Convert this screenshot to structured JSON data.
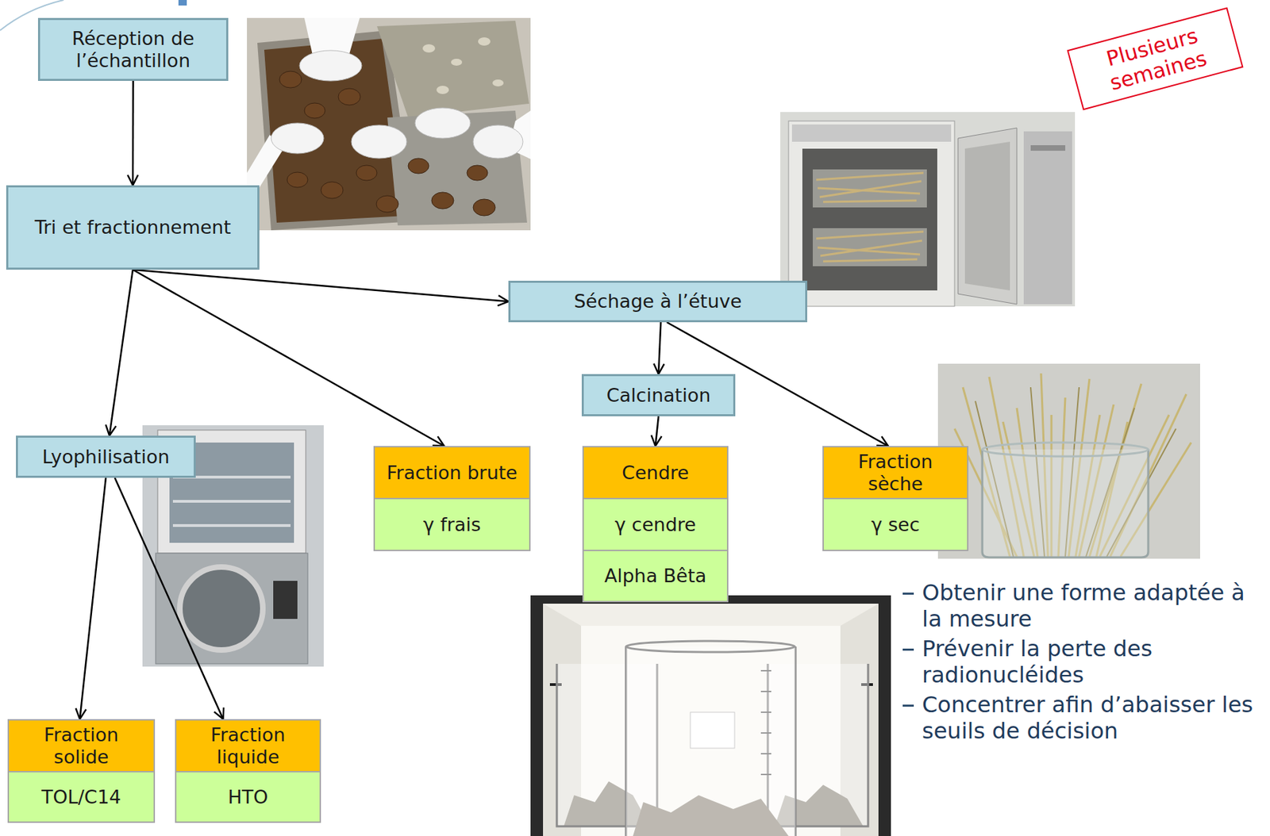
{
  "diagram": {
    "nodes": [
      {
        "text": [
          "Réception de l’échantillon"
        ]
      },
      {
        "text": [
          "Tri et fractionnement"
        ]
      },
      {
        "text": [
          "Séchage à l’étuve"
        ]
      },
      {
        "text": [
          "Calcination"
        ]
      },
      {
        "text": [
          "Lyophilisation"
        ]
      },
      {
        "text": [
          "Fraction brute"
        ]
      },
      {
        "text": [
          "Cendre"
        ]
      },
      {
        "text": [
          "Fraction sèche"
        ]
      },
      {
        "text": [
          "γ frais"
        ]
      },
      {
        "text": [
          "γ cendre"
        ]
      },
      {
        "text": [
          "γ sec"
        ]
      },
      {
        "text": [
          "Alpha Bêta"
        ]
      },
      {
        "text": [
          "Fraction solide"
        ]
      },
      {
        "text": [
          "Fraction liquide"
        ]
      },
      {
        "text": [
          "TOL/C14"
        ]
      },
      {
        "text": [
          "HTO"
        ]
      },
      {
        "text": [
          "Plusieurs semaines"
        ]
      }
    ],
    "edges": [
      {
        "from": 0,
        "to": 1,
        "arrow": "to"
      },
      {
        "from": 1,
        "to": 4,
        "arrow": "to"
      },
      {
        "from": 1,
        "to": 5,
        "arrow": "to"
      },
      {
        "from": 1,
        "to": 2,
        "arrow": "to"
      },
      {
        "from": 2,
        "to": 3,
        "arrow": "to"
      },
      {
        "from": 2,
        "to": 7,
        "arrow": "to"
      },
      {
        "from": 3,
        "to": 6,
        "arrow": "to"
      },
      {
        "from": 4,
        "to": 12,
        "arrow": "to"
      },
      {
        "from": 4,
        "to": 13,
        "arrow": "to"
      }
    ],
    "labels": [
      "Obtenir une forme adaptée à la mesure",
      "Prévenir la perte des radionucléides",
      "Concentrer afin d’abaisser les seuils de décision"
    ]
  }
}
